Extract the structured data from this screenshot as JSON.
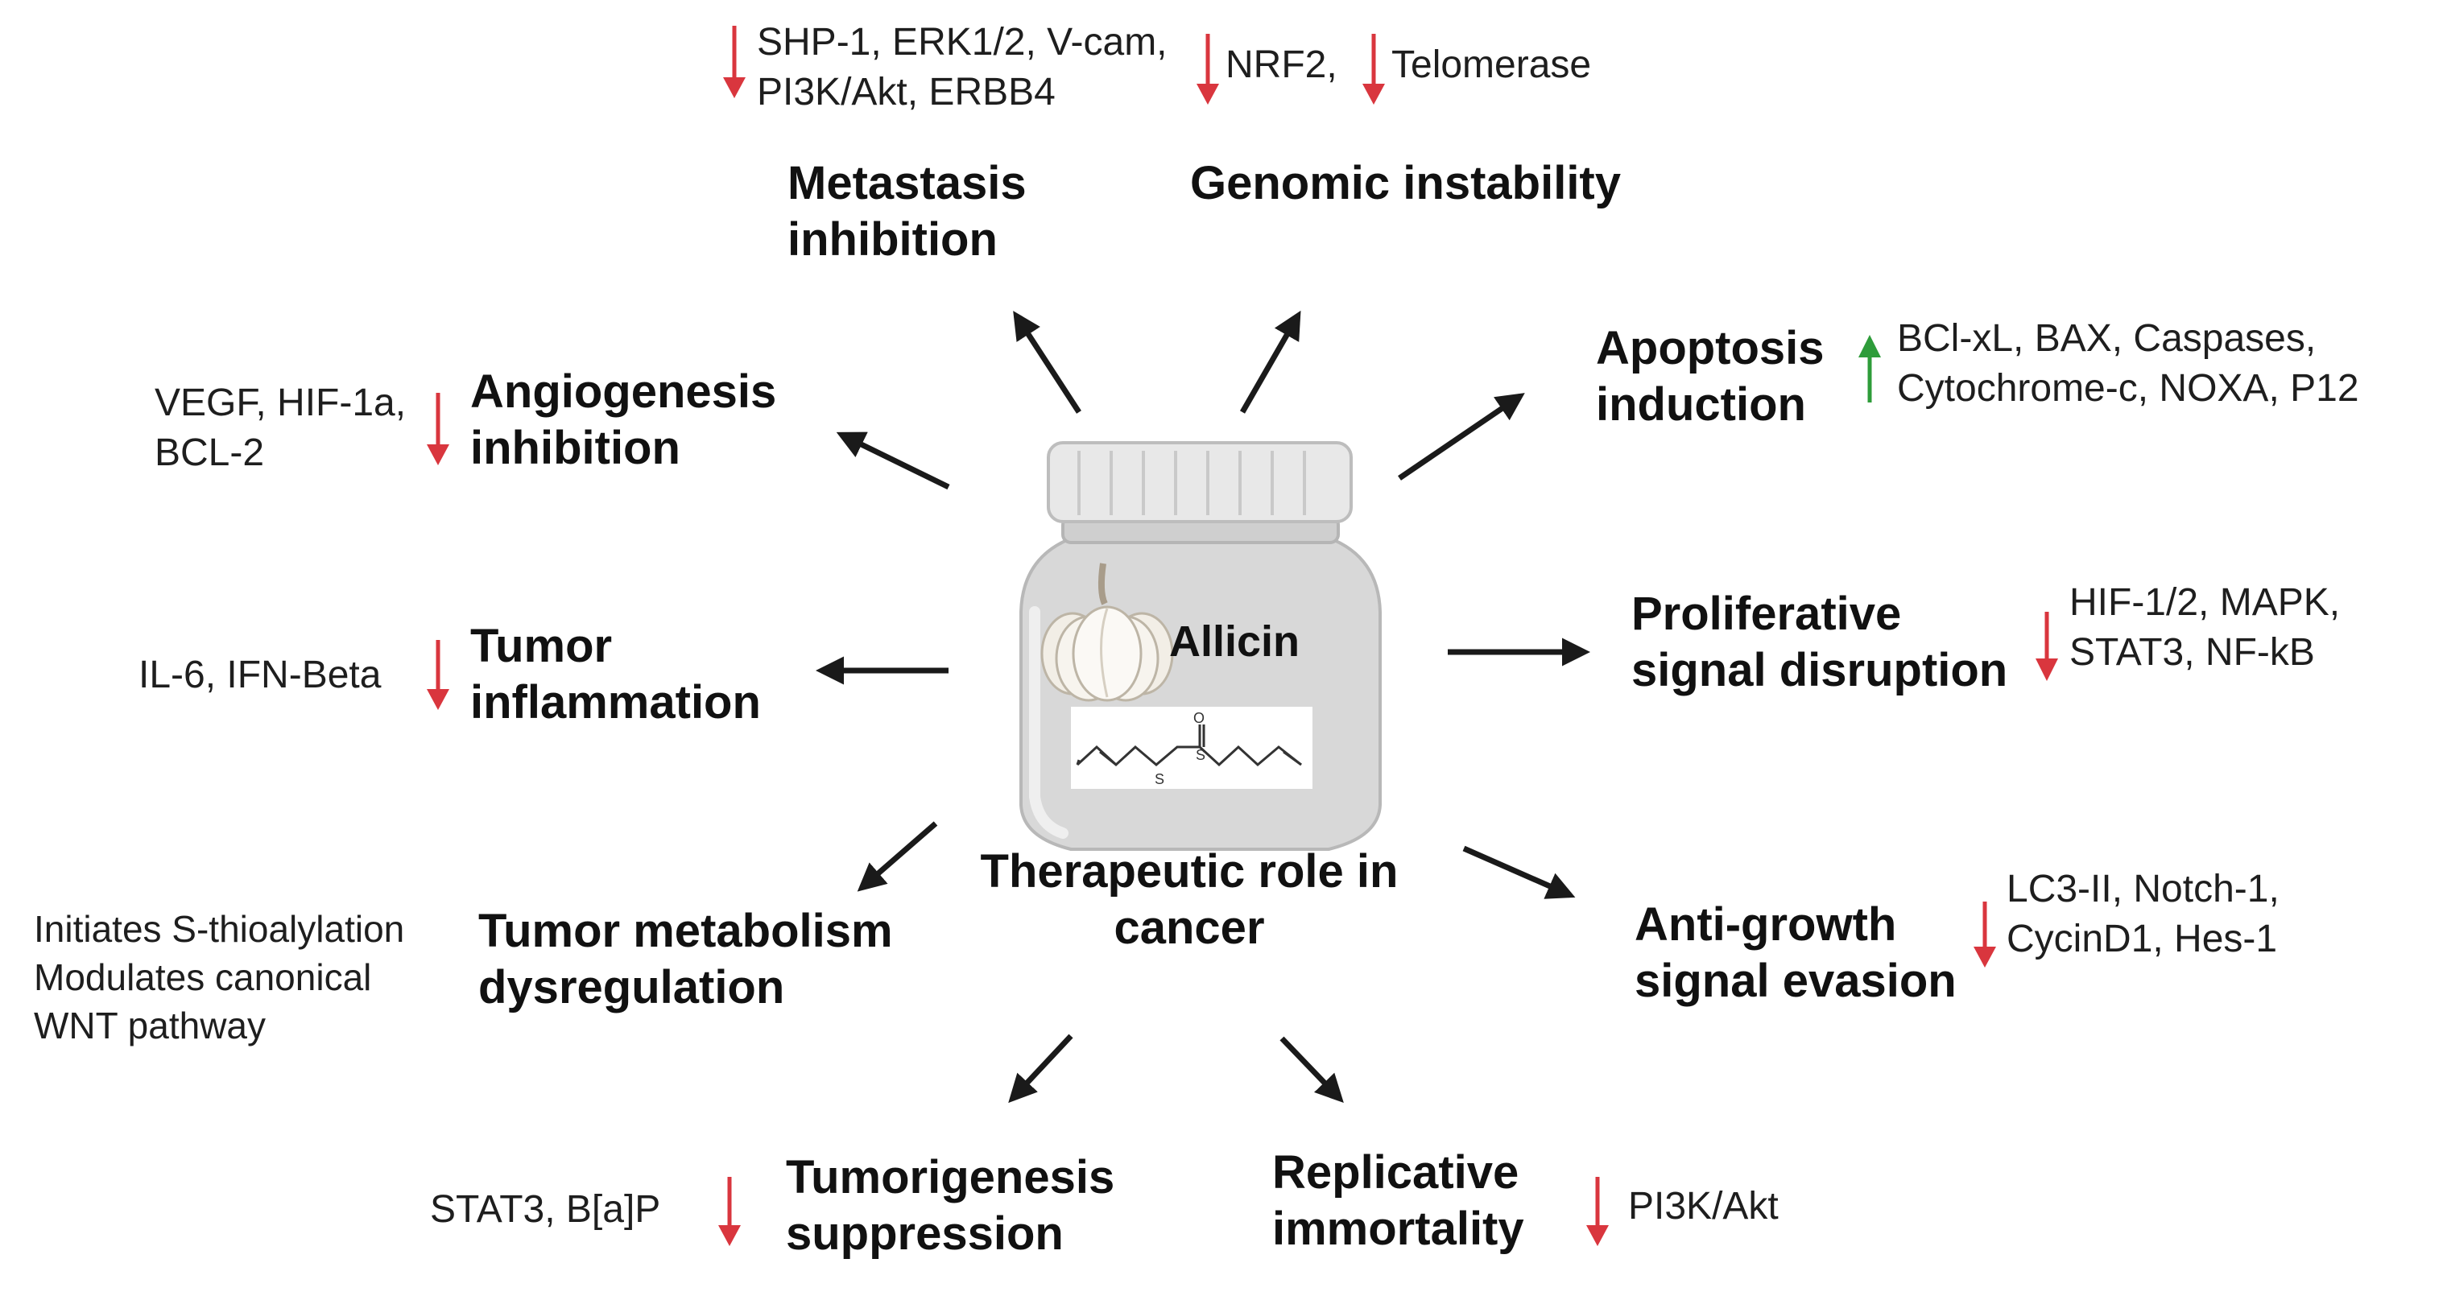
{
  "center": {
    "jar_label": "Allicin",
    "caption": [
      "Therapeutic role in",
      "cancer"
    ]
  },
  "hallmarks": {
    "metastasis": {
      "title": [
        "Metastasis",
        "inhibition"
      ],
      "molecules": [
        "SHP-1, ERK1/2, V-cam,",
        "PI3K/Akt, ERBB4"
      ],
      "effect": "down"
    },
    "genomic": {
      "title": [
        "Genomic instability"
      ],
      "molecules_a": [
        "NRF2,"
      ],
      "molecules_b": [
        "Telomerase"
      ],
      "effect": "down"
    },
    "apoptosis": {
      "title": [
        "Apoptosis",
        "induction"
      ],
      "molecules": [
        "BCl-xL, BAX, Caspases,",
        "Cytochrome-c, NOXA, P12"
      ],
      "effect": "up"
    },
    "angiogenesis": {
      "title": [
        "Angiogenesis",
        "inhibition"
      ],
      "molecules": [
        "VEGF, HIF-1a,",
        "BCL-2"
      ],
      "effect": "down"
    },
    "inflammation": {
      "title": [
        "Tumor",
        "inflammation"
      ],
      "molecules": [
        "IL-6, IFN-Beta"
      ],
      "effect": "down"
    },
    "proliferative": {
      "title": [
        "Proliferative",
        "signal disruption"
      ],
      "molecules": [
        "HIF-1/2, MAPK,",
        "STAT3, NF-kB"
      ],
      "effect": "down"
    },
    "metabolism": {
      "title": [
        "Tumor metabolism",
        "dysregulation"
      ],
      "molecules": [
        "Initiates S-thioalylation",
        "Modulates canonical",
        "WNT pathway"
      ],
      "effect": "none"
    },
    "antigrowth": {
      "title": [
        "Anti-growth",
        "signal evasion"
      ],
      "molecules": [
        "LC3-II, Notch-1,",
        "CycinD1, Hes-1"
      ],
      "effect": "down"
    },
    "tumorigenesis": {
      "title": [
        "Tumorigenesis",
        "suppression"
      ],
      "molecules": [
        "STAT3, B[a]P"
      ],
      "effect": "down"
    },
    "replicative": {
      "title": [
        "Replicative",
        "immortality"
      ],
      "molecules": [
        "PI3K/Akt"
      ],
      "effect": "down"
    }
  },
  "colors": {
    "down_arrow": "#d9363e",
    "up_arrow": "#2e9c3a",
    "connector": "#1a1a1a",
    "jar_body": "#dcdcdc",
    "jar_lid": "#e6e6e6"
  },
  "icons": {
    "down": "red-down-arrow-icon",
    "up": "green-up-arrow-icon",
    "garlic": "garlic-icon",
    "structure": "allicin-structure-icon"
  }
}
